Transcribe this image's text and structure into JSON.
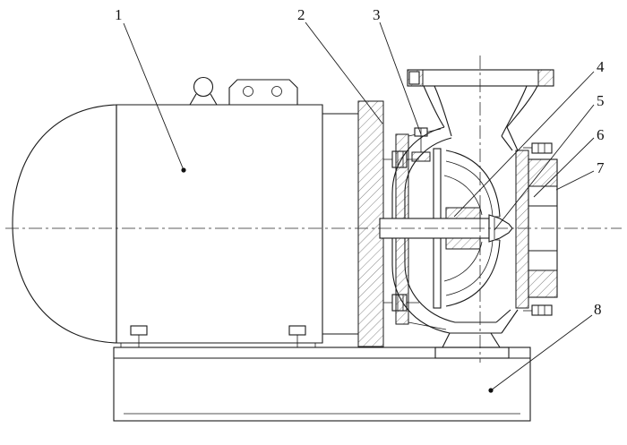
{
  "figure": {
    "type": "technical-sectional-drawing",
    "callouts": [
      {
        "label": "1"
      },
      {
        "label": "2"
      },
      {
        "label": "3"
      },
      {
        "label": "4"
      },
      {
        "label": "5"
      },
      {
        "label": "6"
      },
      {
        "label": "7"
      },
      {
        "label": "8"
      }
    ]
  },
  "colors": {
    "line": "#1a1a1a",
    "background": "#ffffff"
  }
}
